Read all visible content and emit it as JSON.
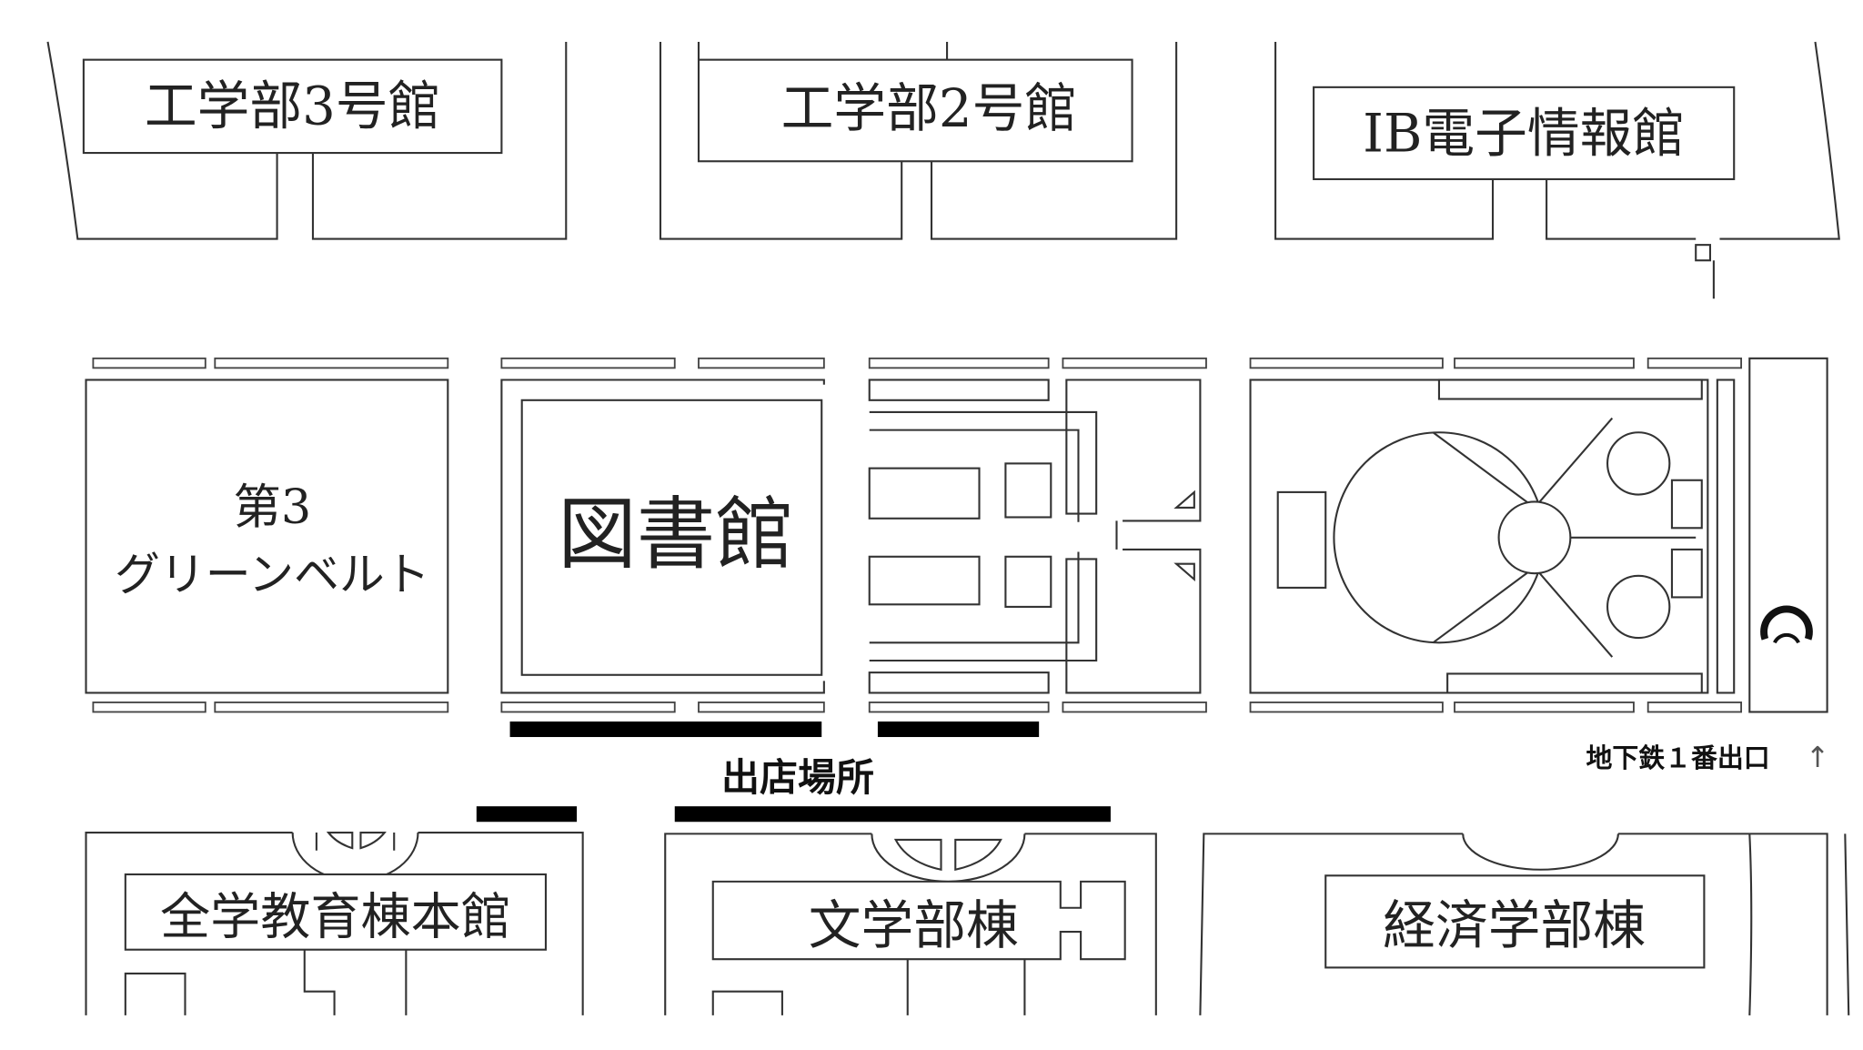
{
  "buildings": {
    "eng3": "工学部3号館",
    "eng2": "工学部2号館",
    "ib": "IB電子情報館",
    "green_belt_line1": "第3",
    "green_belt_line2": "グリーンベルト",
    "library": "図書館",
    "general_ed": "全学教育棟本館",
    "letters": "文学部棟",
    "economics": "経済学部棟"
  },
  "labels": {
    "shop_location": "出店場所",
    "subway_exit": "地下鉄１番出口",
    "subway_arrow": "↑"
  },
  "icons": {
    "subway": "subway-symbol-icon"
  },
  "colors": {
    "line": "#333333",
    "highlight": "#000000"
  }
}
